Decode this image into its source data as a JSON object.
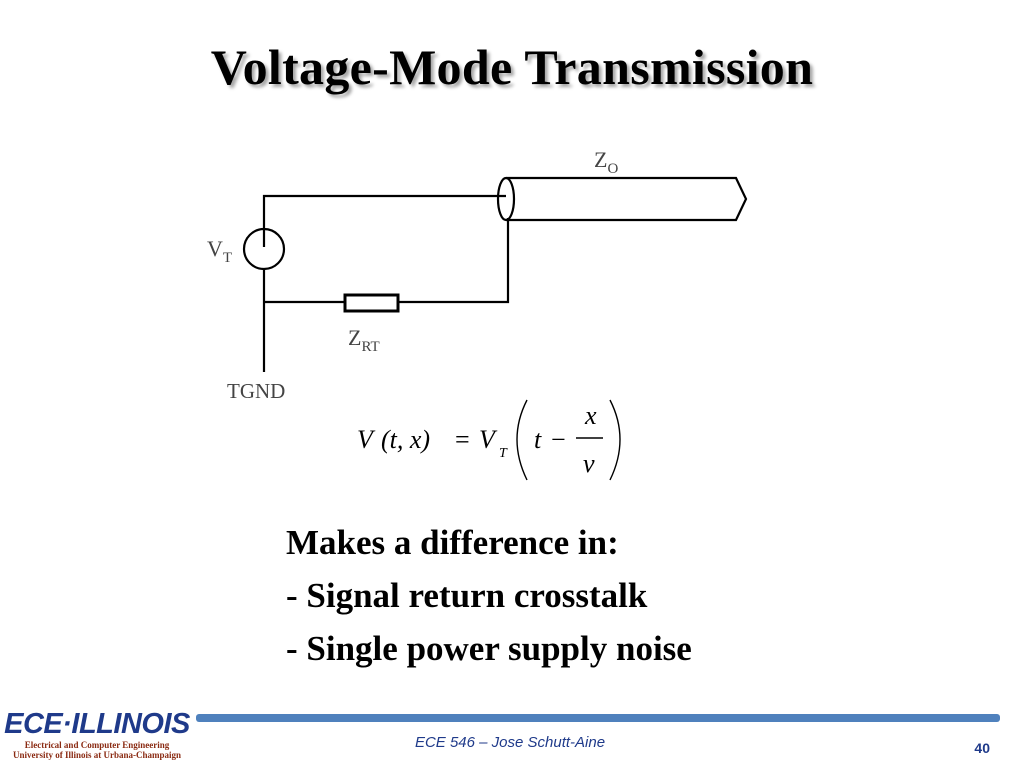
{
  "slide": {
    "title": "Voltage-Mode Transmission",
    "diagram": {
      "source_label": "V",
      "source_sub": "T",
      "line_label": "Z",
      "line_sub": "O",
      "resistor_label": "Z",
      "resistor_sub": "RT",
      "ground_label": "TGND"
    },
    "equation": {
      "lhs_v": "V",
      "lhs_args": "(t, x)",
      "eq": "=",
      "rhs_v": "V",
      "rhs_sub": "T",
      "t": "t",
      "minus": "−",
      "num": "x",
      "den": "v"
    },
    "bullets": [
      "Makes a difference in:",
      "- Signal return crosstalk",
      "- Single power supply noise"
    ]
  },
  "footer": {
    "logo_main": "ECE·ILLINOIS",
    "logo_line1": "Electrical and Computer Engineering",
    "logo_line2": "University of Illinois at Urbana-Champaign",
    "text": "ECE 546 – Jose Schutt-Aine",
    "page": "40",
    "bar_color": "#4f81bd"
  }
}
